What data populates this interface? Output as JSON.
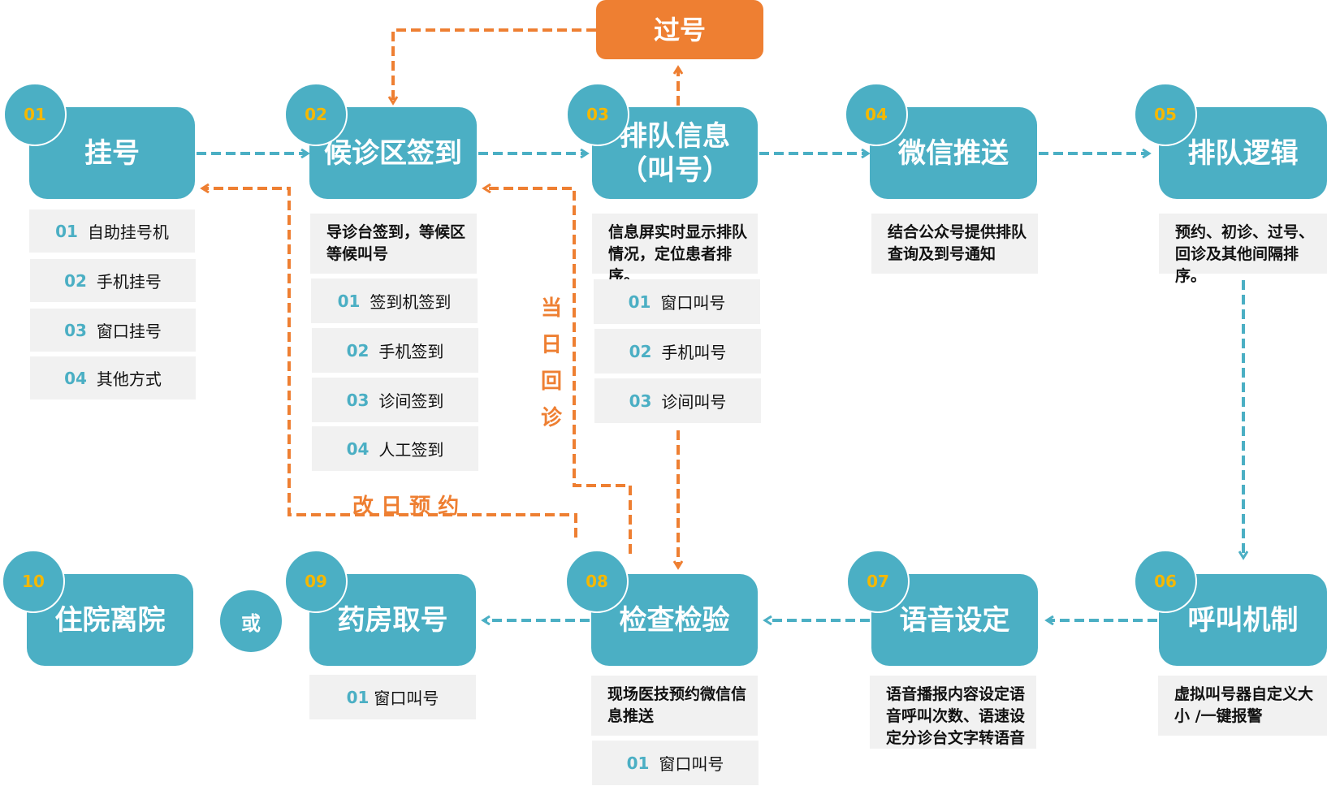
{
  "colors": {
    "teal": "#4bafc4",
    "orange": "#ee7f32",
    "number_yellow": "#f5b800",
    "item_bg": "#f1f1f1"
  },
  "steps": [
    {
      "num": "01",
      "title": "挂号",
      "items": [
        {
          "num": "01",
          "label": "自助挂号机"
        },
        {
          "num": "02",
          "label": "手机挂号"
        },
        {
          "num": "03",
          "label": "窗口挂号"
        },
        {
          "num": "04",
          "label": "其他方式"
        }
      ]
    },
    {
      "num": "02",
      "title": "候诊区签到",
      "desc": "导诊台签到，等候区等候叫号",
      "items": [
        {
          "num": "01",
          "label": "签到机签到"
        },
        {
          "num": "02",
          "label": "手机签到"
        },
        {
          "num": "03",
          "label": "诊间签到"
        },
        {
          "num": "04",
          "label": "人工签到"
        }
      ]
    },
    {
      "num": "03",
      "title": "排队信息（叫号）",
      "desc": "信息屏实时显示排队情况，定位患者排序。",
      "items": [
        {
          "num": "01",
          "label": "窗口叫号"
        },
        {
          "num": "02",
          "label": "手机叫号"
        },
        {
          "num": "03",
          "label": "诊间叫号"
        }
      ]
    },
    {
      "num": "04",
      "title": "微信推送",
      "desc": "结合公众号提供排队查询及到号通知"
    },
    {
      "num": "05",
      "title": "排队逻辑",
      "desc": "预约、初诊、过号、回诊及其他间隔排序。"
    },
    {
      "num": "06",
      "title": "呼叫机制",
      "desc": "虚拟叫号器自定义大小 /一键报警"
    },
    {
      "num": "07",
      "title": "语音设定",
      "desc": "语音播报内容设定语音呼叫次数、语速设定分诊台文字转语音"
    },
    {
      "num": "08",
      "title": "检查检验",
      "desc": "现场医技预约微信信息推送",
      "items": [
        {
          "num": "01",
          "label": "窗口叫号"
        }
      ]
    },
    {
      "num": "09",
      "title": "药房取号",
      "items": [
        {
          "num": "01",
          "label": "窗口叫号"
        }
      ]
    },
    {
      "num": "10",
      "title": "住院离院"
    }
  ],
  "skip_box": "过号",
  "or_label": "或",
  "labels": {
    "same_day_return": "当日回诊",
    "reschedule": "改 日 预 约"
  }
}
